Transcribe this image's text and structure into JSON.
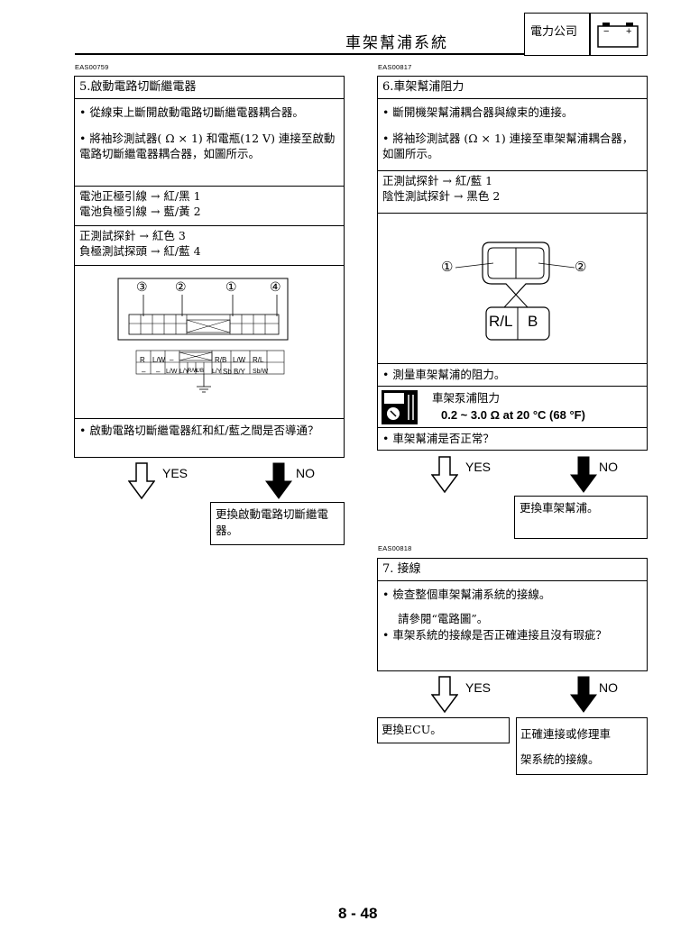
{
  "header": {
    "title": "車架幫浦系統",
    "section": "電力公司",
    "battery_minus": "−",
    "battery_plus": "+"
  },
  "left": {
    "eas_code": "EAS00759",
    "title": "5.啟動電路切斷繼電器",
    "instr1": "• 從線束上斷開啟動電路切斷繼電器耦合器。",
    "instr2": "• 將袖珍測試器( Ω × 1) 和電瓶(12 V) 連接至啟動電路切斷繼電器耦合器，如圖所示。",
    "battery_pos": "電池正極引線 → 紅/黑 1",
    "battery_neg": "電池負極引線 → 藍/黃 2",
    "probe_pos": "正測試探針 → 紅色 3",
    "probe_neg": "負極測試探頭 → 紅/藍 4",
    "diagram": {
      "callouts": [
        "③",
        "②",
        "①",
        "④"
      ],
      "top_row": [
        "R",
        "L/W",
        "–",
        "",
        "R/B",
        "L/W",
        "R/L"
      ],
      "bottom_row": [
        "–",
        "–",
        "L/W",
        "L/Y",
        "R/W",
        "L/B",
        "L/Y",
        "Sb",
        "B/Y",
        "Sb/W"
      ]
    },
    "question": "• 啟動電路切斷繼電器紅和紅/藍之間是否導通？",
    "yes": "YES",
    "no": "NO",
    "no_action": "更換啟動電路切斷繼電器。"
  },
  "right": {
    "eas_code": "EAS00817",
    "title": "6.車架幫浦阻力",
    "instr1": "• 斷開機架幫浦耦合器與線束的連接。",
    "instr2": "• 將袖珍測試器 (Ω × 1) 連接至車架幫浦耦合器，如圖所示。",
    "probe_pos": "正測試探針 → 紅/藍 1",
    "probe_neg": "陰性測試探針 → 黑色 2",
    "diagram": {
      "callout1": "①",
      "callout2": "②",
      "pin1": "R/L",
      "pin2": "B"
    },
    "measure": "• 測量車架幫浦的阻力。",
    "spec_label": "車架泵浦阻力",
    "spec_value": "0.2 ~ 3.0 Ω at 20 °C (68 °F)",
    "question": "• 車架幫浦是否正常？",
    "yes": "YES",
    "no": "NO",
    "no_action": "更換車架幫浦。"
  },
  "right2": {
    "eas_code": "EAS00818",
    "title": "7. 接線",
    "instr1": "• 檢查整個車架幫浦系統的接線。",
    "instr2": "請參閱“電路圖”。",
    "question": "• 車架系統的接線是否正確連接且沒有瑕疵？",
    "yes": "YES",
    "no": "NO",
    "yes_action": "更換ECU。",
    "no_action_line1": "正確連接或修理車",
    "no_action_line2": "架系統的接線。"
  },
  "footer": {
    "page": "8 - 48"
  }
}
